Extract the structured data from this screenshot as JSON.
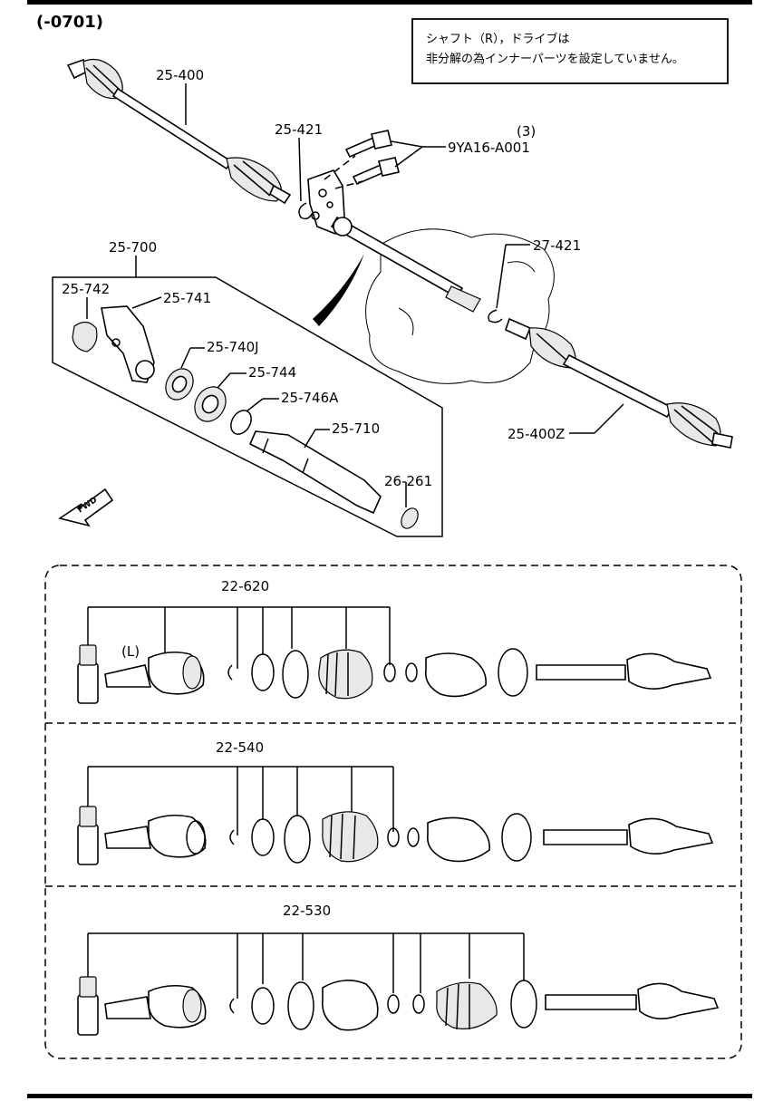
{
  "header": {
    "code": "(-0701)"
  },
  "note": {
    "line1": "シャフト（R），ドライブは",
    "line2": "非分解の為インナーパーツを設定していません。"
  },
  "callouts": {
    "c25_400": "25-400",
    "c25_421": "25-421",
    "c9ya16": "9YA16-A001",
    "c9ya16_qty": "(3)",
    "c25_700": "25-700",
    "c27_421": "27-421",
    "c25_742": "25-742",
    "c25_741": "25-741",
    "c25_740j": "25-740J",
    "c25_744": "25-744",
    "c25_746a": "25-746A",
    "c25_710": "25-710",
    "c26_261": "26-261",
    "c25_400z": "25-400Z",
    "fwd": "FWD"
  },
  "kits": {
    "k22_620": "22-620",
    "side_l": "(L)",
    "k22_540": "22-540",
    "k22_530": "22-530"
  }
}
